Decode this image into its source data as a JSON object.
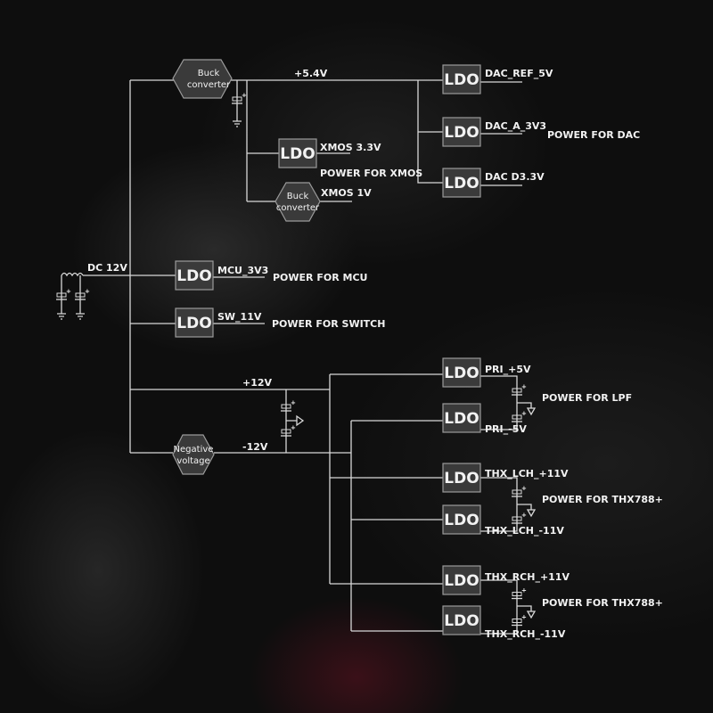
{
  "rails": {
    "p54": "+5.4V",
    "dc12": "DC 12V",
    "p12": "+12V",
    "n12": "-12V"
  },
  "blocks": {
    "buck1": [
      "Buck",
      "converter"
    ],
    "buck2": [
      "Buck",
      "converter"
    ],
    "negative": [
      "Negative",
      "voltage"
    ],
    "ldo_label": "LDO"
  },
  "outputs": {
    "dac_ref": "DAC_REF_5V",
    "dac_a": "DAC_A_3V3",
    "dac_d": "DAC D3.3V",
    "power_dac": "POWER FOR DAC",
    "xmos33": "XMOS 3.3V",
    "power_xmos": "POWER FOR XMOS",
    "xmos1": "XMOS 1V",
    "mcu": "MCU_3V3",
    "power_mcu": "POWER FOR MCU",
    "sw": "SW_11V",
    "power_switch": "POWER FOR SWITCH",
    "pri_p": "PRI_+5V",
    "pri_n": "PRI_-5V",
    "power_lpf": "POWER FOR LPF",
    "lch_p": "THX_LCH_+11V",
    "lch_n": "THX_LCH_-11V",
    "power_thx_l": "POWER FOR THX788+",
    "rch_p": "THX_RCH_+11V",
    "rch_n": "THX_RCH_-11V",
    "power_thx_r": "POWER FOR THX788+"
  },
  "colors": {
    "line": "#d8d8d8",
    "box_fill": "#3a3a3a",
    "text": "#f2f2f2"
  }
}
